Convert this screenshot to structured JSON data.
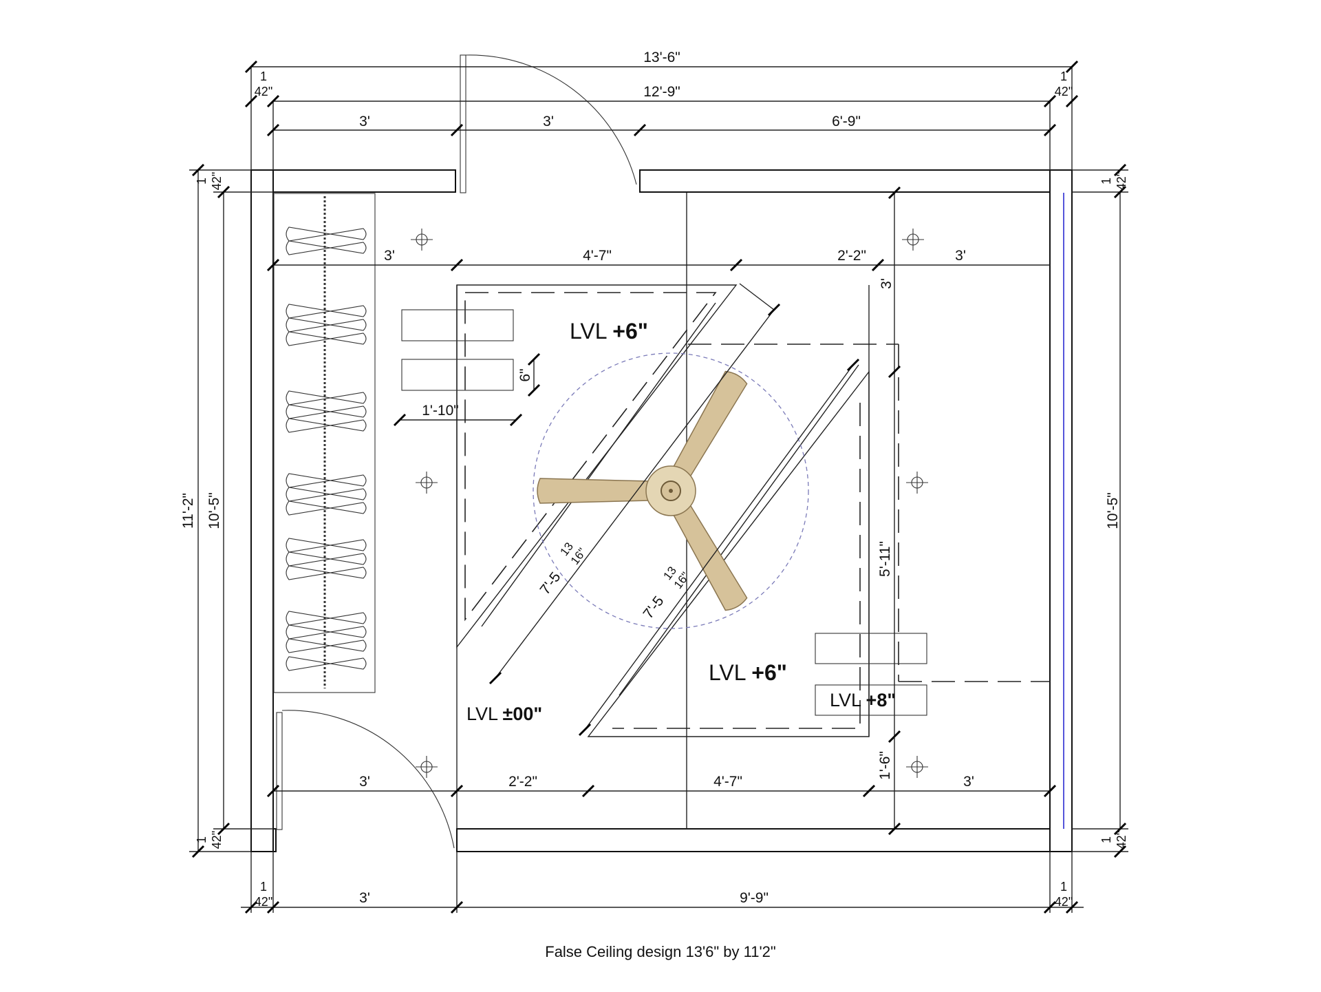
{
  "drawing": {
    "caption": "False Ceiling design 13'6\" by 11'2\"",
    "levels": {
      "upper_left": {
        "prefix": "LVL ",
        "value": "+6\""
      },
      "lower_right": {
        "prefix": "LVL ",
        "value": "+6\""
      },
      "base": {
        "prefix": "LVL ",
        "value": "±00\""
      },
      "box": {
        "prefix": "LVL ",
        "value": "+8\""
      }
    },
    "dimensions": {
      "overall_width": "13'-6\"",
      "inner_width": "12'-9\"",
      "top_seg_left": "3'",
      "top_seg_mid": "3'",
      "top_seg_right": "6'-9\"",
      "upper_left": "3'",
      "upper_mid": "4'-7\"",
      "upper_right_a": "2'-2\"",
      "upper_right_b": "3'",
      "right_vert_small": "3'",
      "light_depth": "6\"",
      "light_width": "1'-10\"",
      "diag_a": "7'-5",
      "diag_b": "7'-5",
      "frac_num": "13",
      "frac_den": "16\"",
      "right_vert_mid": "5'-11\"",
      "right_vert_low": "1'-6\"",
      "lower_left": "3'",
      "lower_mid_a": "2'-2\"",
      "lower_mid_b": "4'-7\"",
      "lower_right": "3'",
      "bottom_left": "3'",
      "bottom_right": "9'-9\"",
      "overall_height": "11'-2\"",
      "inner_height": "10'-5\"",
      "inner_height_right": "10'-5\"",
      "wall_frac_num": "1",
      "wall_frac_den": "42\""
    }
  }
}
